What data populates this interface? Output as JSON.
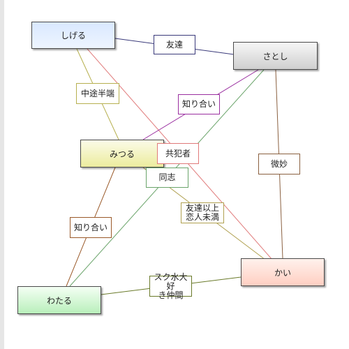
{
  "nodes": {
    "shigeru": {
      "label": "しげる",
      "color": "#d9e8ff"
    },
    "satoshi": {
      "label": "さとし",
      "color": "#dcdcdc"
    },
    "mitsuru": {
      "label": "みつる",
      "color": "#f2f2c6"
    },
    "kai": {
      "label": "かい",
      "color": "#ffd9cf"
    },
    "wataru": {
      "label": "わたる",
      "color": "#cfeecf"
    }
  },
  "relations": {
    "tomodachi": {
      "label": "友達",
      "color": "#3a3a7a"
    },
    "chuto_hanpa": {
      "label": "中途半端",
      "color": "#b7b050"
    },
    "shiriai_purple": {
      "label": "知り合い",
      "color": "#9a2fa0"
    },
    "kyohansha": {
      "label": "共犯者",
      "color": "#e07a7a"
    },
    "doshi": {
      "label": "同志",
      "color": "#6aa46a"
    },
    "bimyo": {
      "label": "微妙",
      "color": "#8a6040"
    },
    "tomodachi_ijo_line1": {
      "label": "友達以上",
      "color": "#b0a050"
    },
    "tomodachi_ijo_line2": {
      "label": "恋人未満"
    },
    "shiriai_brown": {
      "label": "知り合い",
      "color": "#9a5a2a"
    },
    "suki_line1": {
      "label": "スク水大好",
      "color": "#6a7a2a"
    },
    "suki_line2": {
      "label": "き仲間"
    }
  }
}
